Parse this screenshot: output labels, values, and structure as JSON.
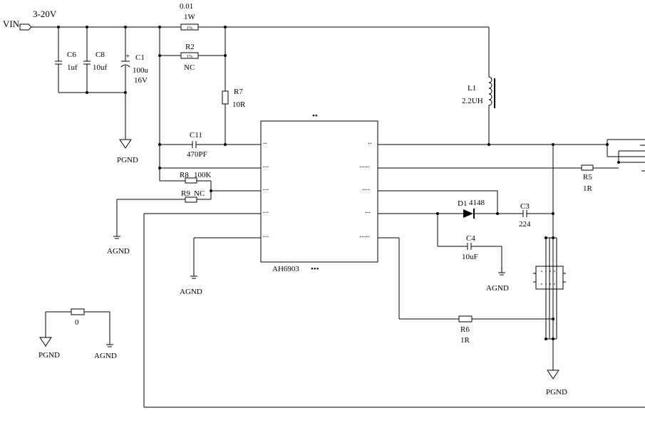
{
  "net": {
    "vin": "VIN",
    "vin_range": "3-20V",
    "pgnd": "PGND",
    "agnd": "AGND"
  },
  "ic": {
    "name": "AH6903",
    "pin_dots": {
      "l1": "..",
      "l2": "...",
      "l3": "...",
      "l4": "...",
      "l5": "...",
      "r1": "..",
      "r2": ".....",
      "r3": "....",
      "r4": "...",
      "r5": "....."
    },
    "top_dots": "••",
    "bottom_dots": "•••"
  },
  "components": {
    "r_top": {
      "value": "0.01",
      "power": "1W",
      "tol": "1%"
    },
    "r2": {
      "ref": "R2",
      "value": "NC",
      "tol": "1%"
    },
    "r7": {
      "ref": "R7",
      "value": "10R"
    },
    "c6": {
      "ref": "C6",
      "value": "1uf"
    },
    "c8": {
      "ref": "C8",
      "value": "10uf"
    },
    "c1": {
      "ref": "C1",
      "value": "100u",
      "voltage": "16V",
      "polarity": "+"
    },
    "l1": {
      "ref": "L1",
      "value": "2.2UH"
    },
    "c11": {
      "ref": "C11",
      "value": "470PF"
    },
    "r8": {
      "ref": "R8",
      "value": "100K"
    },
    "r9": {
      "ref": "R9",
      "value": "NC"
    },
    "r5": {
      "ref": "R5",
      "value": "1R"
    },
    "d1": {
      "ref": "D1",
      "value": "4148"
    },
    "c3": {
      "ref": "C3",
      "value": "224"
    },
    "c4": {
      "ref": "C4",
      "value": "10uF"
    },
    "r6": {
      "ref": "R6",
      "value": "1R"
    },
    "r_link": {
      "value": "0"
    }
  }
}
